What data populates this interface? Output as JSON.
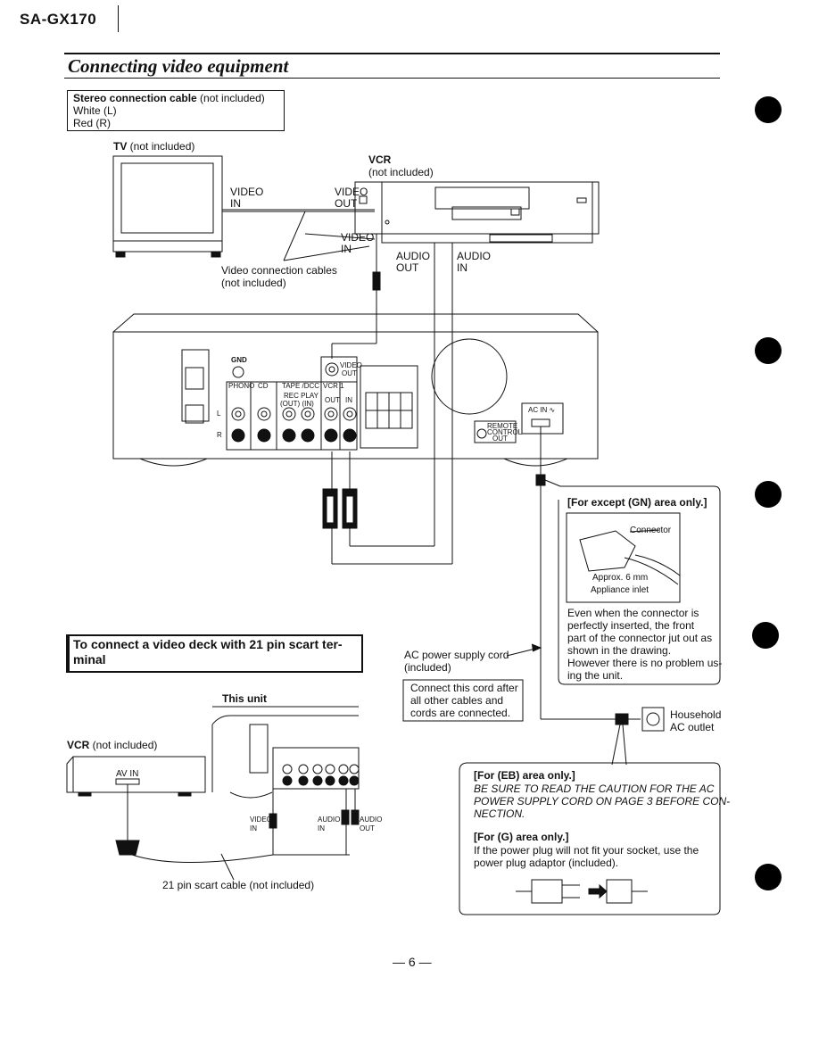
{
  "header": {
    "model": "SA-GX170"
  },
  "title": "Connecting video equipment",
  "stereo_cable": {
    "title_bold": "Stereo connection cable",
    "title_rest": " (not included)",
    "white_label": "White  (L)",
    "red_label": "Red    (R)"
  },
  "tv": {
    "label_bold": "TV",
    "label_rest": " (not included)",
    "video_in": "VIDEO",
    "video_in2": "IN"
  },
  "vcr": {
    "label": "VCR",
    "note": "(not included)",
    "video_out": "VIDEO",
    "video_out2": "OUT",
    "video_in": "VIDEO",
    "video_in2": "IN",
    "audio_out": "AUDIO",
    "audio_out2": "OUT",
    "audio_in": "AUDIO",
    "audio_in2": "IN"
  },
  "video_cables": {
    "line1": "Video connection cables",
    "line2": "(not included)"
  },
  "unit_panel": {
    "gnd": "GND",
    "phono": "PHONO",
    "cd": "CD",
    "tape": "TAPE /DCC",
    "vcr1": "VCR 1",
    "rec": "REC  PLAY",
    "rec2": "(OUT)  (IN)",
    "out": "OUT",
    "in": "IN",
    "video_out": "VIDEO",
    "video_out2": "OUT",
    "ac_in": "AC IN ∿",
    "remote": "REMOTE",
    "control": "CONTROL",
    "control_out": "OUT",
    "l": "L",
    "r": "R"
  },
  "except_gn": {
    "heading": "[For except (GN) area only.]",
    "connector": "Connector",
    "approx": "Approx. 6 mm",
    "inlet": "Appliance inlet",
    "body": [
      "Even when the connector is",
      "perfectly inserted, the front",
      "part of the connector jut out as",
      "shown in the drawing.",
      "However there is no problem us-",
      "ing the unit."
    ]
  },
  "ac_cord": {
    "line1": "AC power supply cord",
    "line2": "(included)"
  },
  "connect_note": [
    "Connect this cord after",
    "all other cables and",
    "cords are connected."
  ],
  "outlet": {
    "line1": "Household",
    "line2": "AC outlet"
  },
  "scart_heading": {
    "line1": "To connect a video deck with 21 pin scart ter-",
    "line2": "minal"
  },
  "scart_diagram": {
    "this_unit": "This unit",
    "vcr_bold": "VCR",
    "vcr_rest": " (not included)",
    "av_in": "AV IN",
    "video_in": "VIDEO",
    "video_in2": "IN",
    "audio_in": "AUDIO",
    "audio_in2": "IN",
    "audio_out": "AUDIO",
    "audio_out2": "OUT",
    "cable": "21 pin scart cable (not included)"
  },
  "eb_note": {
    "heading": "[For (EB) area only.]",
    "body": [
      "BE SURE TO READ THE CAUTION FOR THE AC",
      "POWER SUPPLY CORD ON PAGE 3 BEFORE CON-",
      "NECTION."
    ],
    "g_heading": "[For (G) area only.]",
    "g_body": [
      "If the power plug will not fit your socket, use the",
      "power plug adaptor (included)."
    ]
  },
  "page_number": "— 6 —"
}
